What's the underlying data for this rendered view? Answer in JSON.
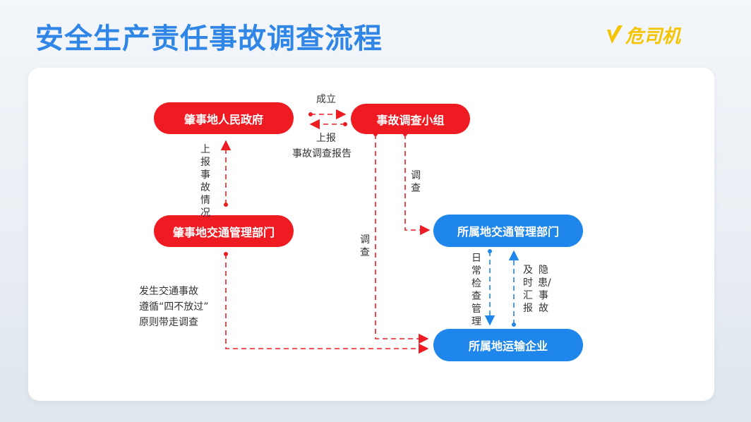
{
  "header": {
    "title": "安全生产责任事故调查流程",
    "logo_text": "危司机"
  },
  "nodes": {
    "gov": "肇事地人民政府",
    "team": "事故调查小组",
    "local_dept": "肇事地交通管理部门",
    "home_dept": "所属地交通管理部门",
    "enterprise": "所属地运输企业"
  },
  "labels": {
    "establish": "成立",
    "report_up": "上报",
    "report_doc": "事故调查报告",
    "report_situation": "上报事故情况",
    "investigate_1": "调查",
    "investigate_2": "调查",
    "principle_1": "发生交通事故",
    "principle_2": "遵循“四不放过”",
    "principle_3": "原则带走调查",
    "daily_check": "日常检查管理",
    "hazard_1": "隐患/事故",
    "hazard_2": "及时汇报"
  },
  "colors": {
    "title_blue": "#2f86e6",
    "red_node": "#ee1c22",
    "blue_node": "#1f86ec",
    "logo_yellow": "#f4c400"
  }
}
